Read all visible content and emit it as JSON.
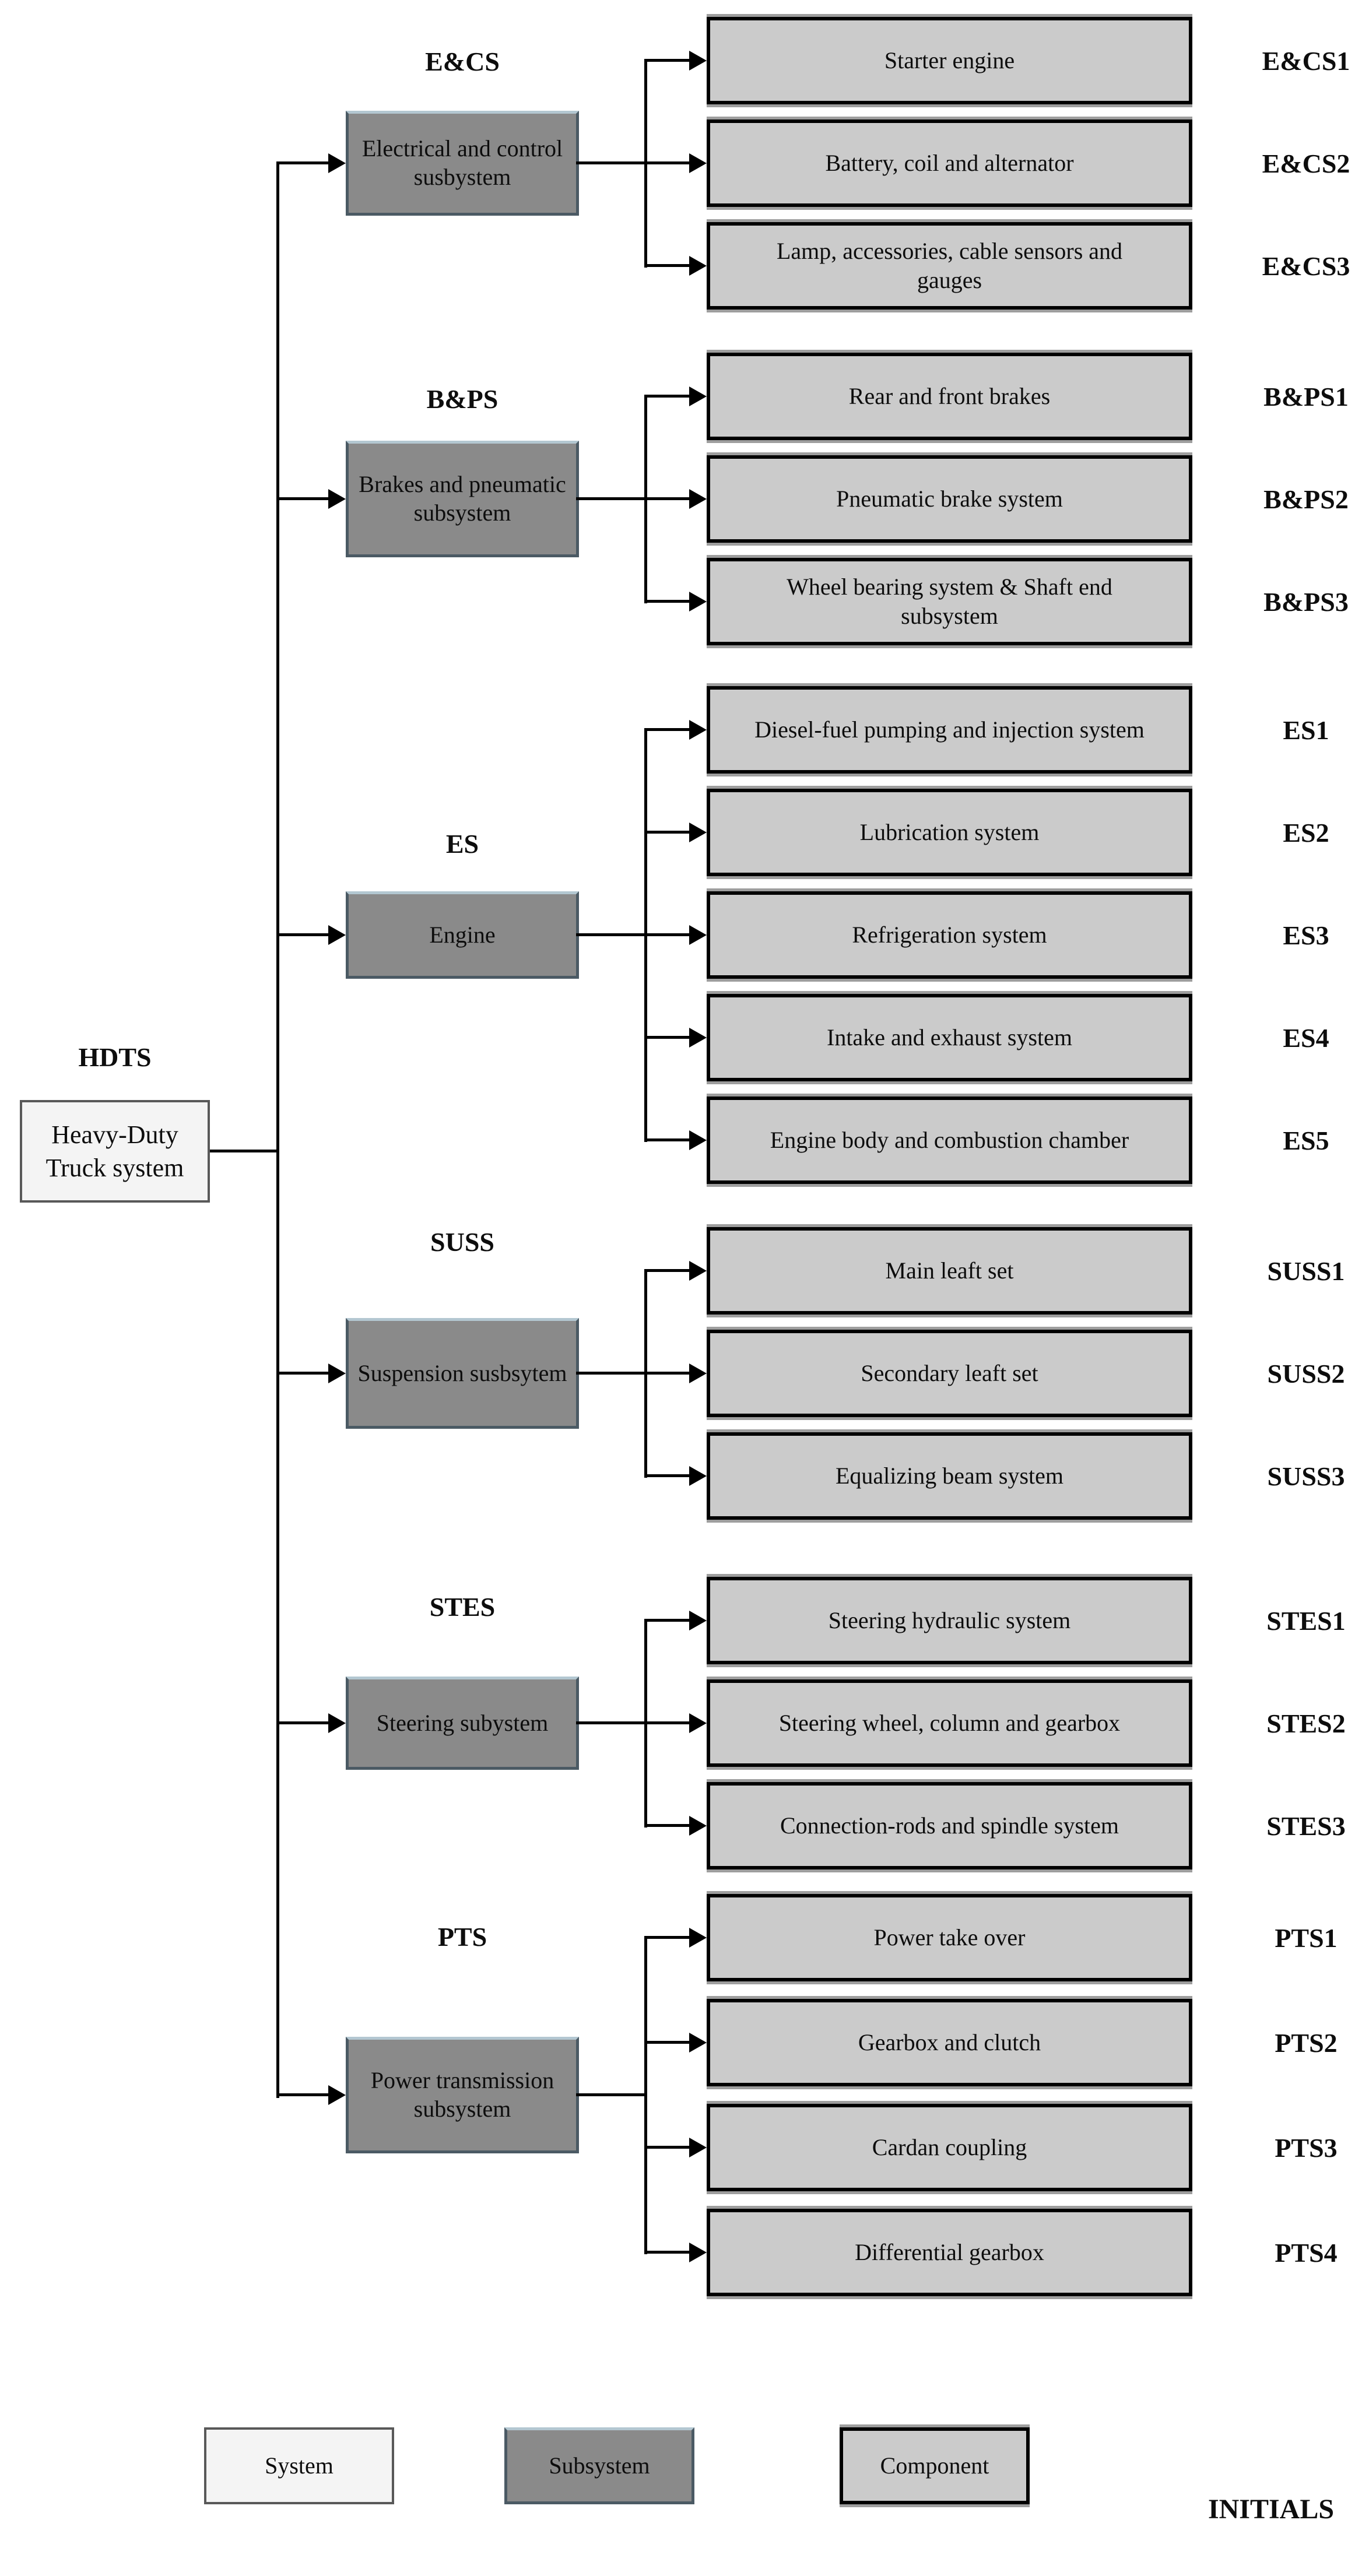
{
  "root": {
    "initial": "HDTS",
    "label": "Heavy-Duty Truck system"
  },
  "groups": [
    {
      "initial": "E&CS",
      "name": "Electrical and control susbystem",
      "components": [
        {
          "initial": "E&CS1",
          "label": "Starter engine"
        },
        {
          "initial": "E&CS2",
          "label": "Battery, coil and alternator"
        },
        {
          "initial": "E&CS3",
          "label": "Lamp, accessories, cable sensors and gauges"
        }
      ]
    },
    {
      "initial": "B&PS",
      "name": "Brakes and pneumatic subsystem",
      "components": [
        {
          "initial": "B&PS1",
          "label": "Rear and front brakes"
        },
        {
          "initial": "B&PS2",
          "label": "Pneumatic brake system"
        },
        {
          "initial": "B&PS3",
          "label": "Wheel bearing system & Shaft end subsystem"
        }
      ]
    },
    {
      "initial": "ES",
      "name": "Engine",
      "components": [
        {
          "initial": "ES1",
          "label": "Diesel-fuel pumping and injection system"
        },
        {
          "initial": "ES2",
          "label": "Lubrication system"
        },
        {
          "initial": "ES3",
          "label": "Refrigeration system"
        },
        {
          "initial": "ES4",
          "label": "Intake and exhaust system"
        },
        {
          "initial": "ES5",
          "label": "Engine body and combustion chamber"
        }
      ]
    },
    {
      "initial": "SUSS",
      "name": "Suspension susbsytem",
      "components": [
        {
          "initial": "SUSS1",
          "label": "Main leaft set"
        },
        {
          "initial": "SUSS2",
          "label": "Secondary leaft set"
        },
        {
          "initial": "SUSS3",
          "label": "Equalizing beam system"
        }
      ]
    },
    {
      "initial": "STES",
      "name": "Steering subystem",
      "components": [
        {
          "initial": "STES1",
          "label": "Steering hydraulic system"
        },
        {
          "initial": "STES2",
          "label": "Steering wheel, column and gearbox"
        },
        {
          "initial": "STES3",
          "label": "Connection-rods and spindle system"
        }
      ]
    },
    {
      "initial": "PTS",
      "name": "Power transmission subsystem",
      "components": [
        {
          "initial": "PTS1",
          "label": "Power take over"
        },
        {
          "initial": "PTS2",
          "label": "Gearbox and clutch"
        },
        {
          "initial": "PTS3",
          "label": "Cardan coupling"
        },
        {
          "initial": "PTS4",
          "label": "Differential gearbox"
        }
      ]
    }
  ],
  "legend": {
    "system": "System",
    "subsystem": "Subsystem",
    "component": "Component",
    "initials": "INITIALS"
  },
  "colors": {
    "component_fill": "#cbcbcb",
    "subsystem_fill": "#8a8a8a",
    "system_fill": "#f4f4f4",
    "line": "#000000",
    "subsystem_border_dark": "#4b5a64",
    "subsystem_border_light": "#b3c7d1",
    "system_border": "#595959"
  }
}
